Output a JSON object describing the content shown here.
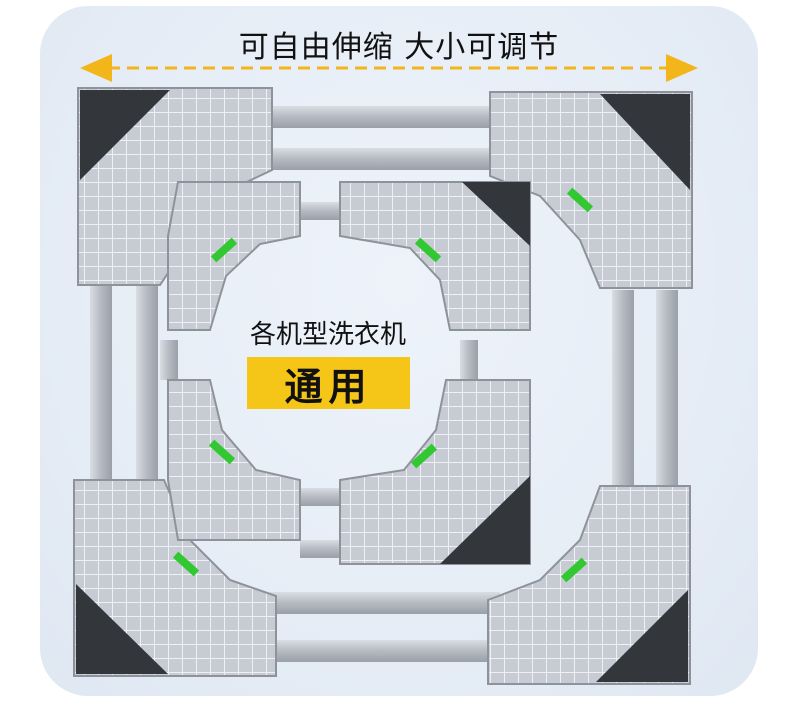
{
  "headline": "可自由伸缩 大小可调节",
  "center_label": "各机型洗衣机",
  "badge_text": "通用",
  "colors": {
    "arrow": "#f2b51a",
    "badge": "#f5c518",
    "bubble_level": "#32c832"
  }
}
